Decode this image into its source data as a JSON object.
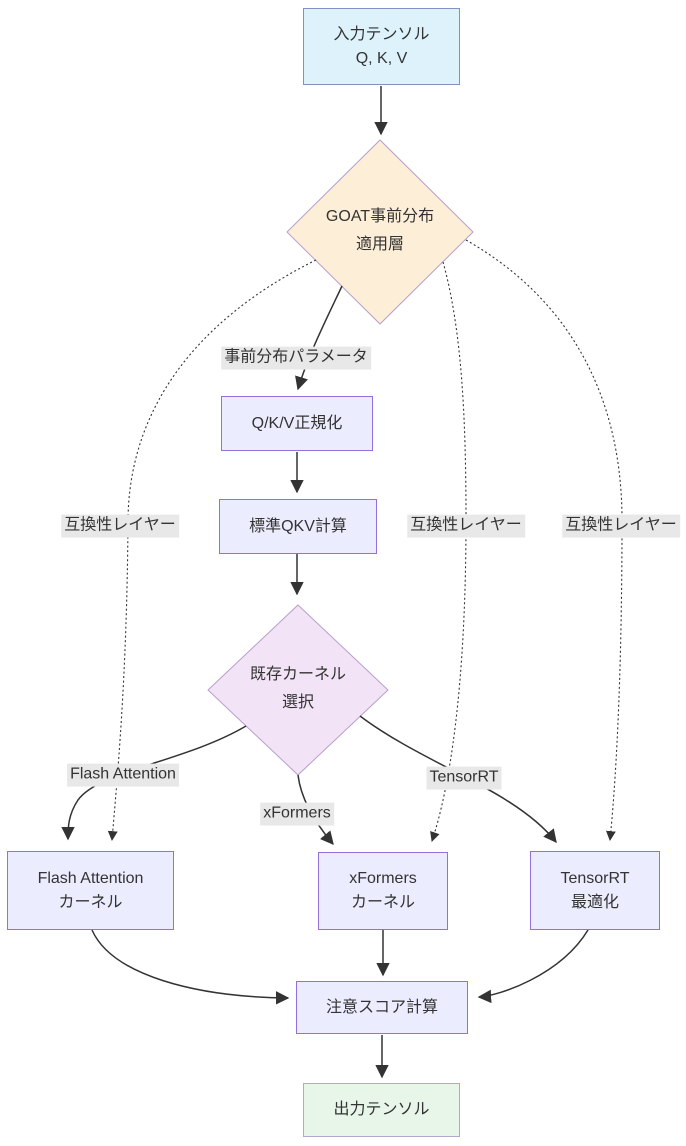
{
  "diagram": {
    "type": "flowchart",
    "direction": "top-down",
    "nodes": {
      "input": {
        "shape": "rect",
        "lines": [
          "入力テンソル",
          "Q, K, V"
        ]
      },
      "goat_prior": {
        "shape": "diamond",
        "lines": [
          "GOAT事前分布",
          "適用層"
        ]
      },
      "qkv_norm": {
        "shape": "rect",
        "lines": [
          "Q/K/V正規化"
        ]
      },
      "qkv_calc": {
        "shape": "rect",
        "lines": [
          "標準QKV計算"
        ]
      },
      "kernel_select": {
        "shape": "diamond",
        "lines": [
          "既存カーネル",
          "選択"
        ]
      },
      "flash_kernel": {
        "shape": "rect",
        "lines": [
          "Flash Attention",
          "カーネル"
        ]
      },
      "xformers_kernel": {
        "shape": "rect",
        "lines": [
          "xFormers",
          "カーネル"
        ]
      },
      "tensorrt_opt": {
        "shape": "rect",
        "lines": [
          "TensorRT",
          "最適化"
        ]
      },
      "attention_score": {
        "shape": "rect",
        "lines": [
          "注意スコア計算"
        ]
      },
      "output": {
        "shape": "rect",
        "lines": [
          "出力テンソル"
        ]
      }
    },
    "edge_labels": {
      "prior_params": "事前分布パラメータ",
      "compat_left": "互換性レイヤー",
      "compat_mid": "互換性レイヤー",
      "compat_right": "互換性レイヤー",
      "branch_flash": "Flash Attention",
      "branch_xformers": "xFormers",
      "branch_tensorrt": "TensorRT"
    },
    "edges": [
      {
        "from": "input",
        "to": "goat_prior",
        "style": "solid"
      },
      {
        "from": "goat_prior",
        "to": "qkv_norm",
        "style": "solid",
        "label_ref": "prior_params"
      },
      {
        "from": "qkv_norm",
        "to": "qkv_calc",
        "style": "solid"
      },
      {
        "from": "qkv_calc",
        "to": "kernel_select",
        "style": "solid"
      },
      {
        "from": "kernel_select",
        "to": "flash_kernel",
        "style": "solid",
        "label_ref": "branch_flash"
      },
      {
        "from": "kernel_select",
        "to": "xformers_kernel",
        "style": "solid",
        "label_ref": "branch_xformers"
      },
      {
        "from": "kernel_select",
        "to": "tensorrt_opt",
        "style": "solid",
        "label_ref": "branch_tensorrt"
      },
      {
        "from": "goat_prior",
        "to": "flash_kernel",
        "style": "dotted",
        "label_ref": "compat_left"
      },
      {
        "from": "goat_prior",
        "to": "xformers_kernel",
        "style": "dotted",
        "label_ref": "compat_mid"
      },
      {
        "from": "goat_prior",
        "to": "tensorrt_opt",
        "style": "dotted",
        "label_ref": "compat_right"
      },
      {
        "from": "flash_kernel",
        "to": "attention_score",
        "style": "solid"
      },
      {
        "from": "xformers_kernel",
        "to": "attention_score",
        "style": "solid"
      },
      {
        "from": "tensorrt_opt",
        "to": "attention_score",
        "style": "solid"
      },
      {
        "from": "attention_score",
        "to": "output",
        "style": "solid"
      }
    ],
    "theme": {
      "background": "#ffffff",
      "text_color": "#333333",
      "edge_color": "#333333",
      "label_bg": "#e8e8e8",
      "node_fill": "#ececff",
      "node_border": "#9370db",
      "input_fill": "#ddf2fb",
      "input_border": "#8290c6",
      "goat_fill": "#fdeed7",
      "goat_border": "#b79fcc",
      "select_fill": "#f2e3f6",
      "select_border": "#b79fcc",
      "output_fill": "#e8f5e9",
      "output_border": "#b0a6ce"
    }
  }
}
